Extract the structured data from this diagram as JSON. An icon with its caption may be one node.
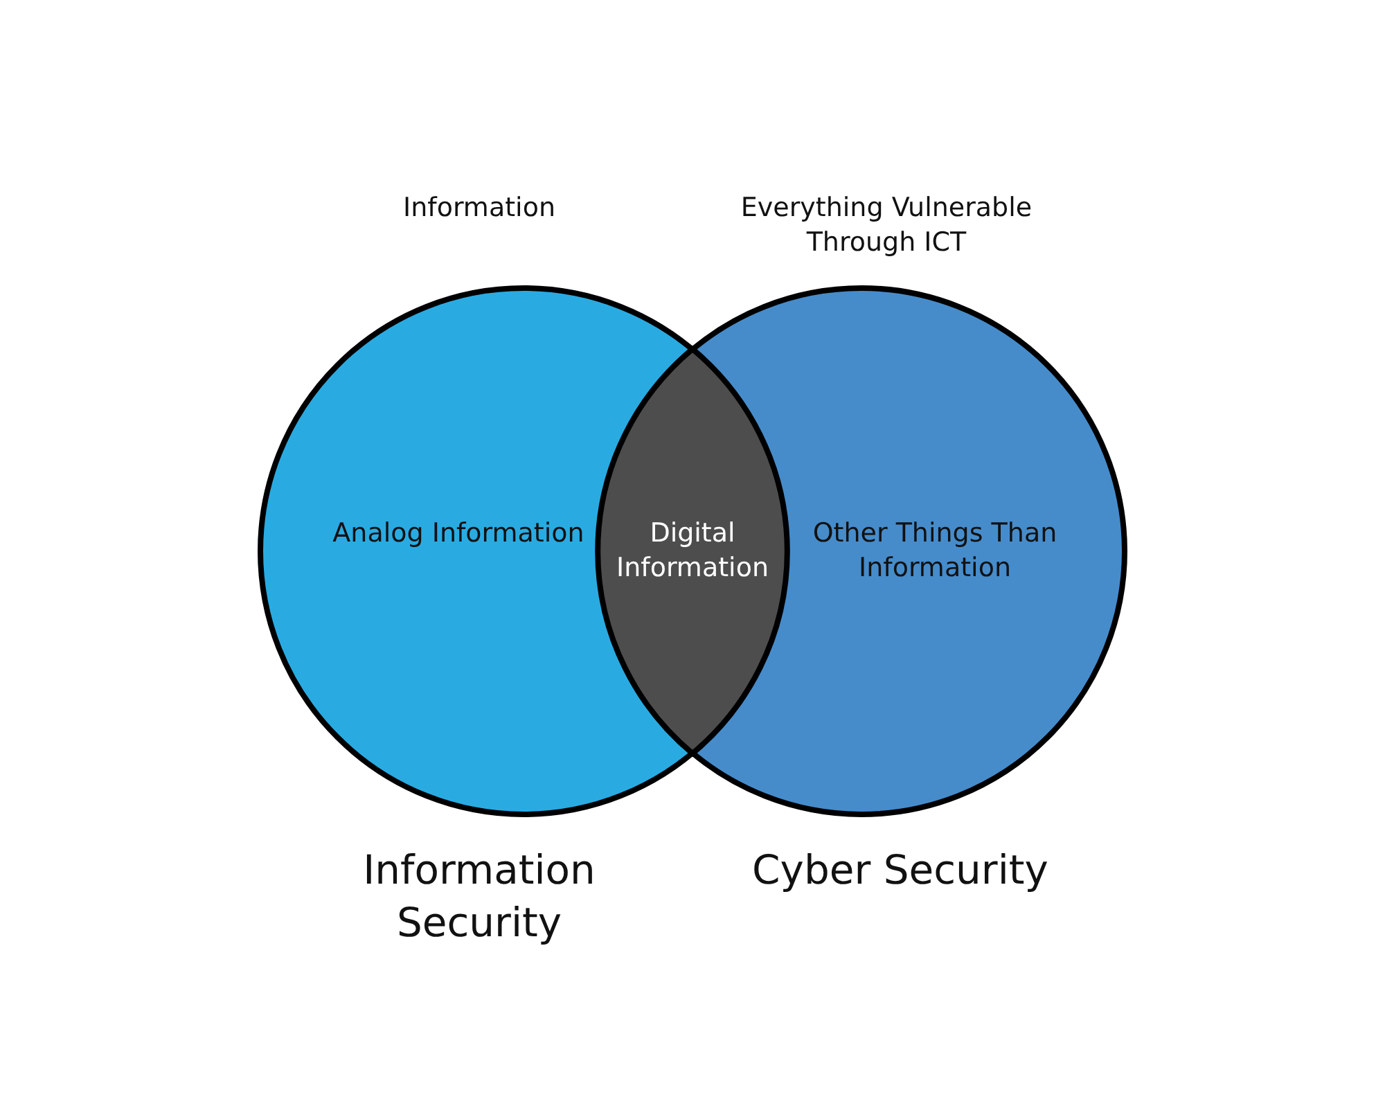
{
  "diagram": {
    "nodes": [
      {
        "text": [
          "Information",
          "Analog Information",
          "Information Security"
        ]
      },
      {
        "text": [
          "Everything Vulnerable Through ICT",
          "Other Things Than Information",
          "Cyber Security"
        ]
      },
      {
        "text": [
          "Digital Information"
        ]
      }
    ],
    "edges": []
  }
}
